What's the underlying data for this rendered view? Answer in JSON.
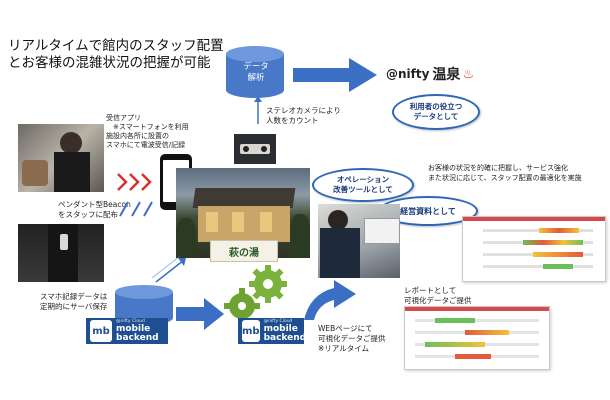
{
  "title": "リアルタイムで館内のスタッフ配置\nとお客様の混雑状況の把握が可能",
  "data_analysis": "データ\n解析",
  "nifty_onsen": {
    "prefix": "@nifty",
    "name": "温泉",
    "icon": "hot-spring-icon"
  },
  "user_info_label": "利用者の役立つ\nデータとして",
  "stereo_camera": "ステレオカメラにより\n人数をカウント",
  "receiver_app": "受信アプリ\n　※スマートフォンを利用\n施設内各所に設置の\nスマホにて電波受信/記録",
  "pendant_beacon": "ペンダント型Beacon\nをスタッフに配布",
  "operation_tool": "オペレーション\n改善ツールとして",
  "management_material": "経営資料として",
  "customer_status": "お客様の状況を的確に把握し、サービス強化\nまた状況に応じて、スタッフ配置の最適化を実施",
  "smartphone_record": "スマホ記録データは\n定期的にサーバ保存",
  "mobile_backend": {
    "brand": "@nifty Cloud",
    "line1": "mobile",
    "line2": "backend",
    "logo": "mb"
  },
  "web_page": "WEBページにて\n可視化データご提供\n※リアルタイム",
  "report": "レポートとして\n可視化データご提供",
  "signboard": "萩の湯",
  "colors": {
    "accent_blue": "#2f67b8",
    "dark_blue": "#1f4f91",
    "arrow_blue": "#3a6fc4",
    "red_arrow": "#d83030",
    "cylinder": "#4a78c8",
    "gear_green": "#7ab23c"
  }
}
